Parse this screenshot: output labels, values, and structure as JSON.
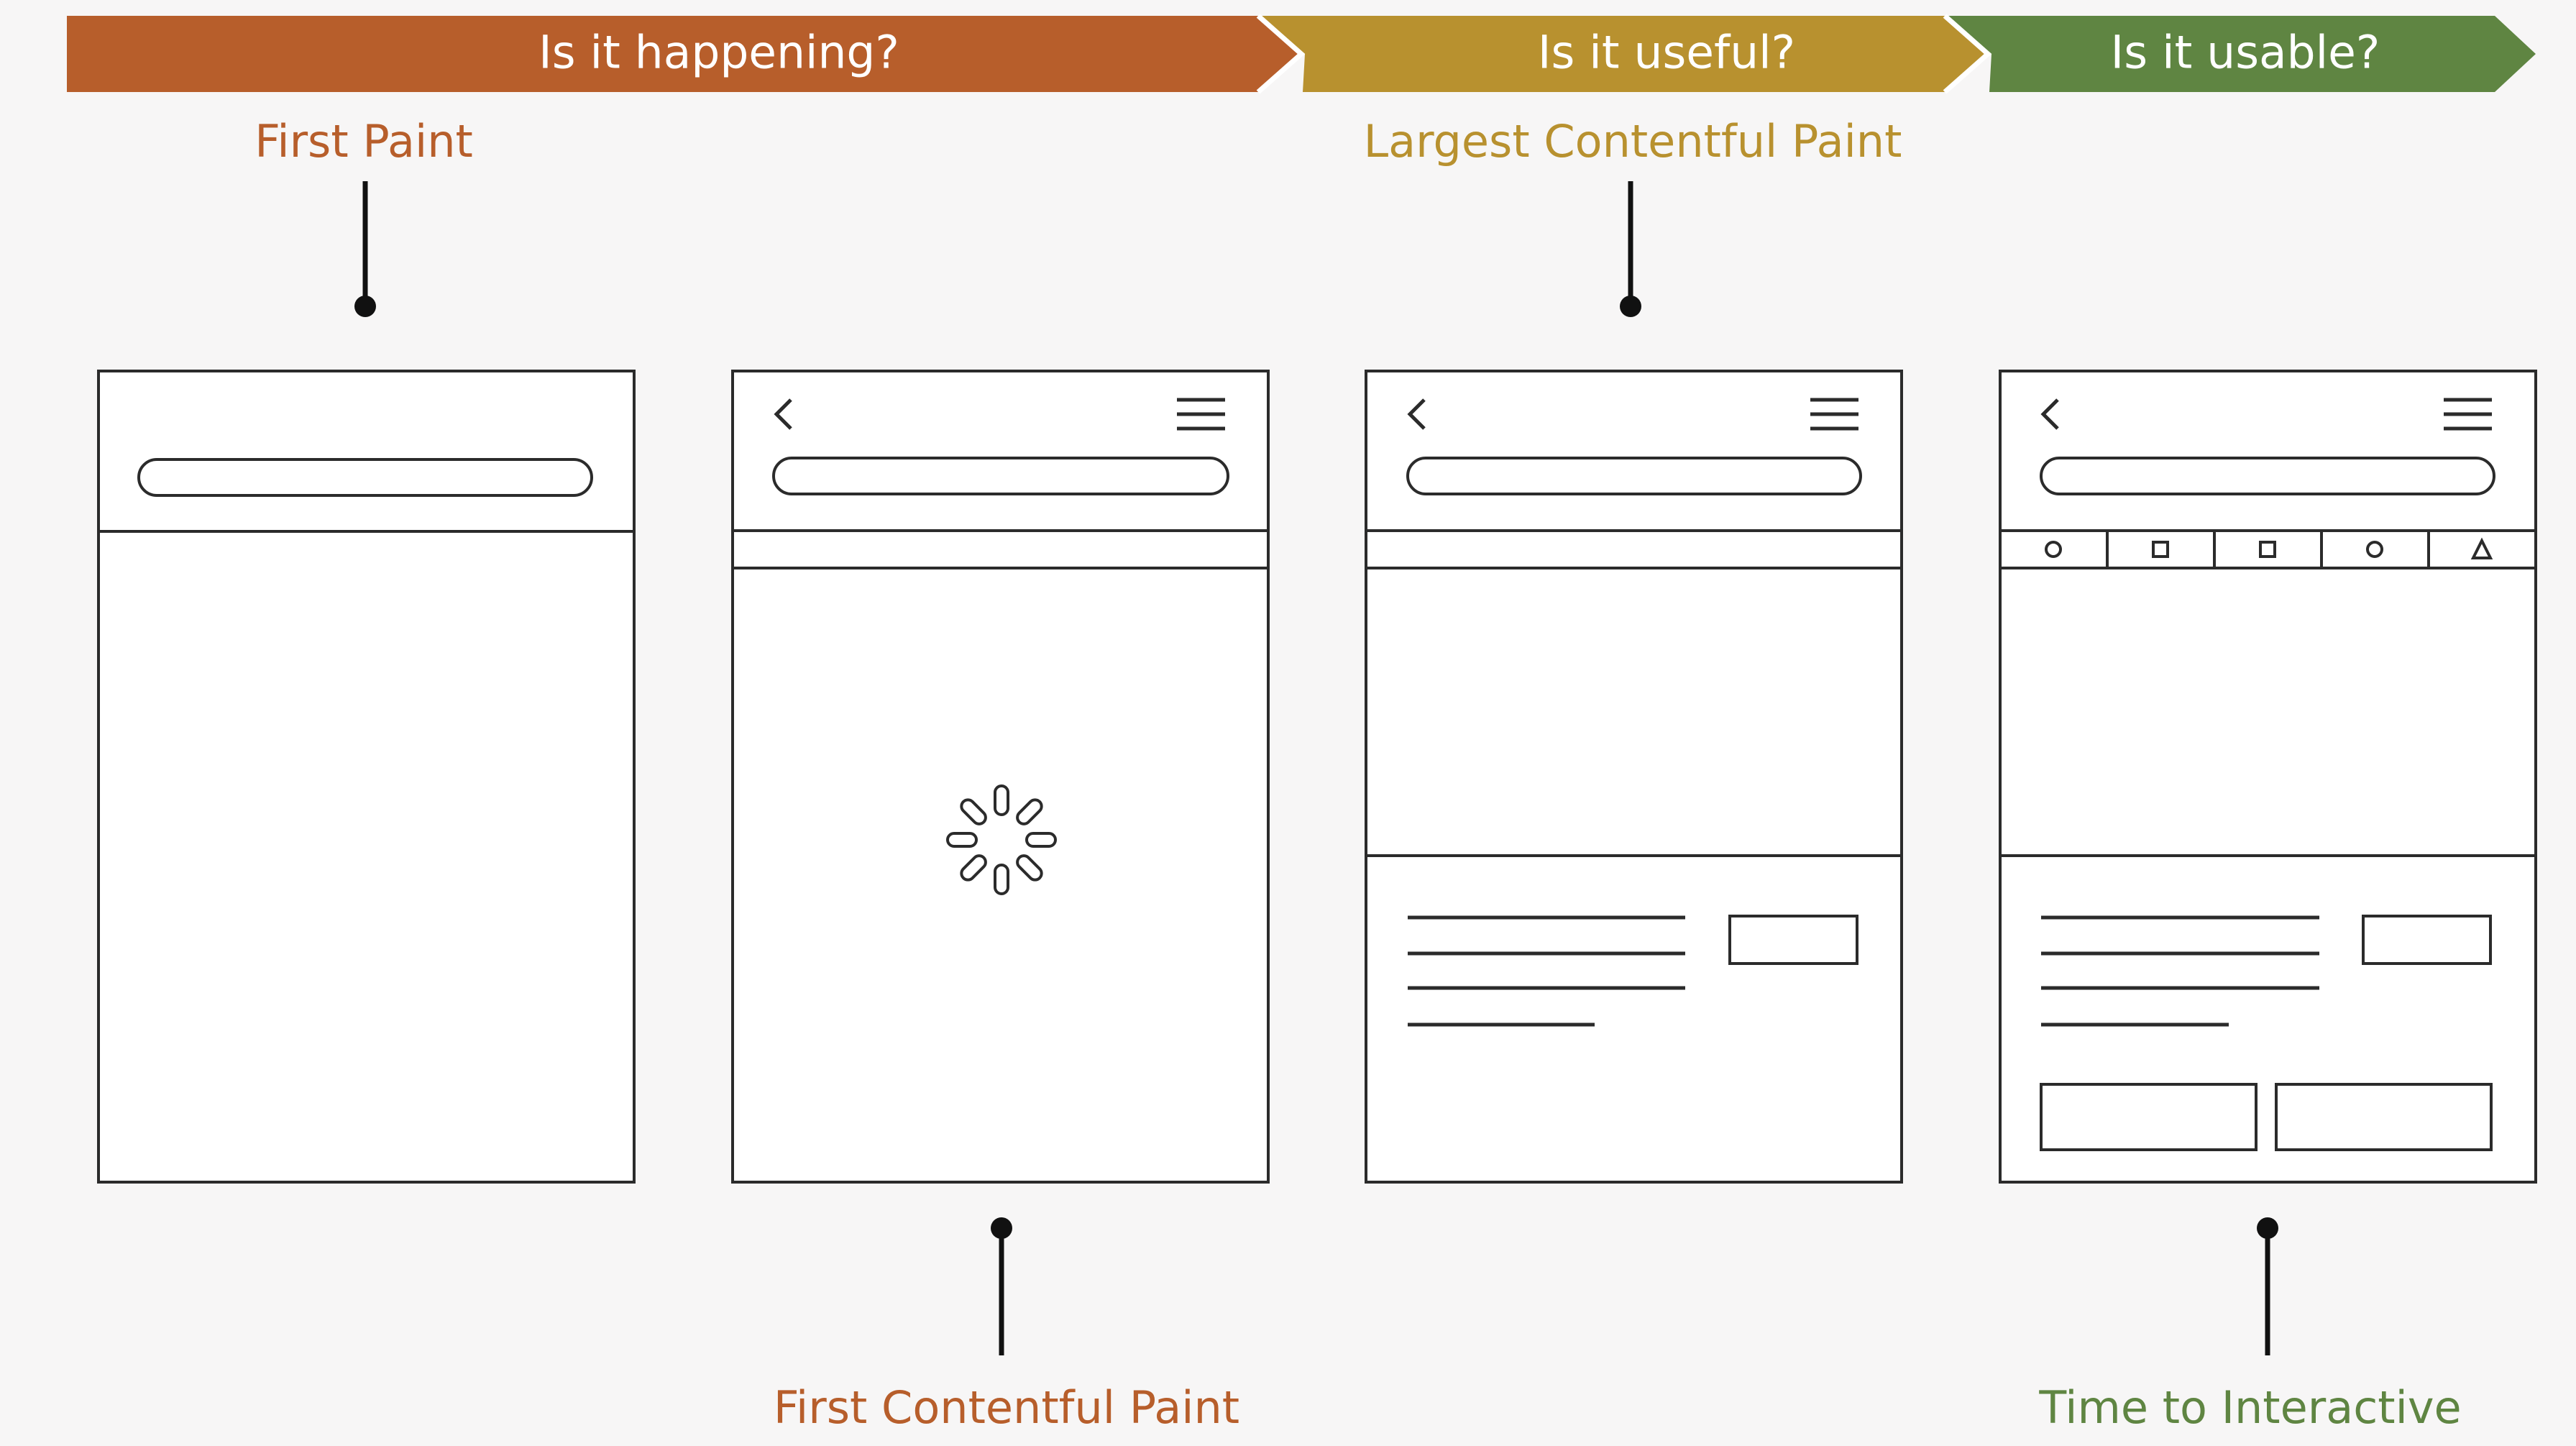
{
  "stages": [
    {
      "label": "Is it happening?",
      "color": "#b75e2b"
    },
    {
      "label": "Is it useful?",
      "color": "#b8912f"
    },
    {
      "label": "Is it usable?",
      "color": "#5f8542"
    }
  ],
  "milestones": {
    "first_paint": {
      "label": "First Paint",
      "color": "#b75e2b"
    },
    "first_contentful_paint": {
      "label": "First Contentful Paint",
      "color": "#b75e2b"
    },
    "largest_contentful_paint": {
      "label": "Largest Contentful Paint",
      "color": "#b8912f"
    },
    "time_to_interactive": {
      "label": "Time to Interactive",
      "color": "#5f8542"
    }
  },
  "icons": {
    "back": "chevron-left-icon",
    "menu": "hamburger-menu-icon",
    "spinner": "loading-spinner-icon",
    "tab_icons": [
      "circle-icon",
      "square-icon",
      "square-icon",
      "circle-icon",
      "triangle-icon"
    ]
  }
}
